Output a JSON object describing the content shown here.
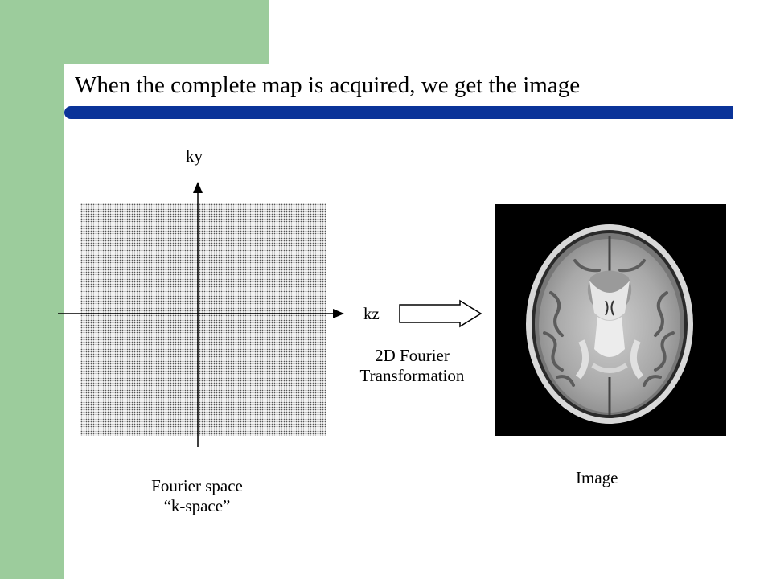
{
  "slide": {
    "title": "When the complete map is acquired, we get the image"
  },
  "kspace": {
    "axis_y_label": "ky",
    "axis_x_label": "kz",
    "caption_line1": "Fourier space",
    "caption_line2": "“k-space”"
  },
  "transform": {
    "line1": "2D Fourier",
    "line2": "Transformation"
  },
  "image_panel": {
    "caption": "Image"
  },
  "colors": {
    "green_accent": "#9ccc9c",
    "title_bar": "#0a3399"
  }
}
